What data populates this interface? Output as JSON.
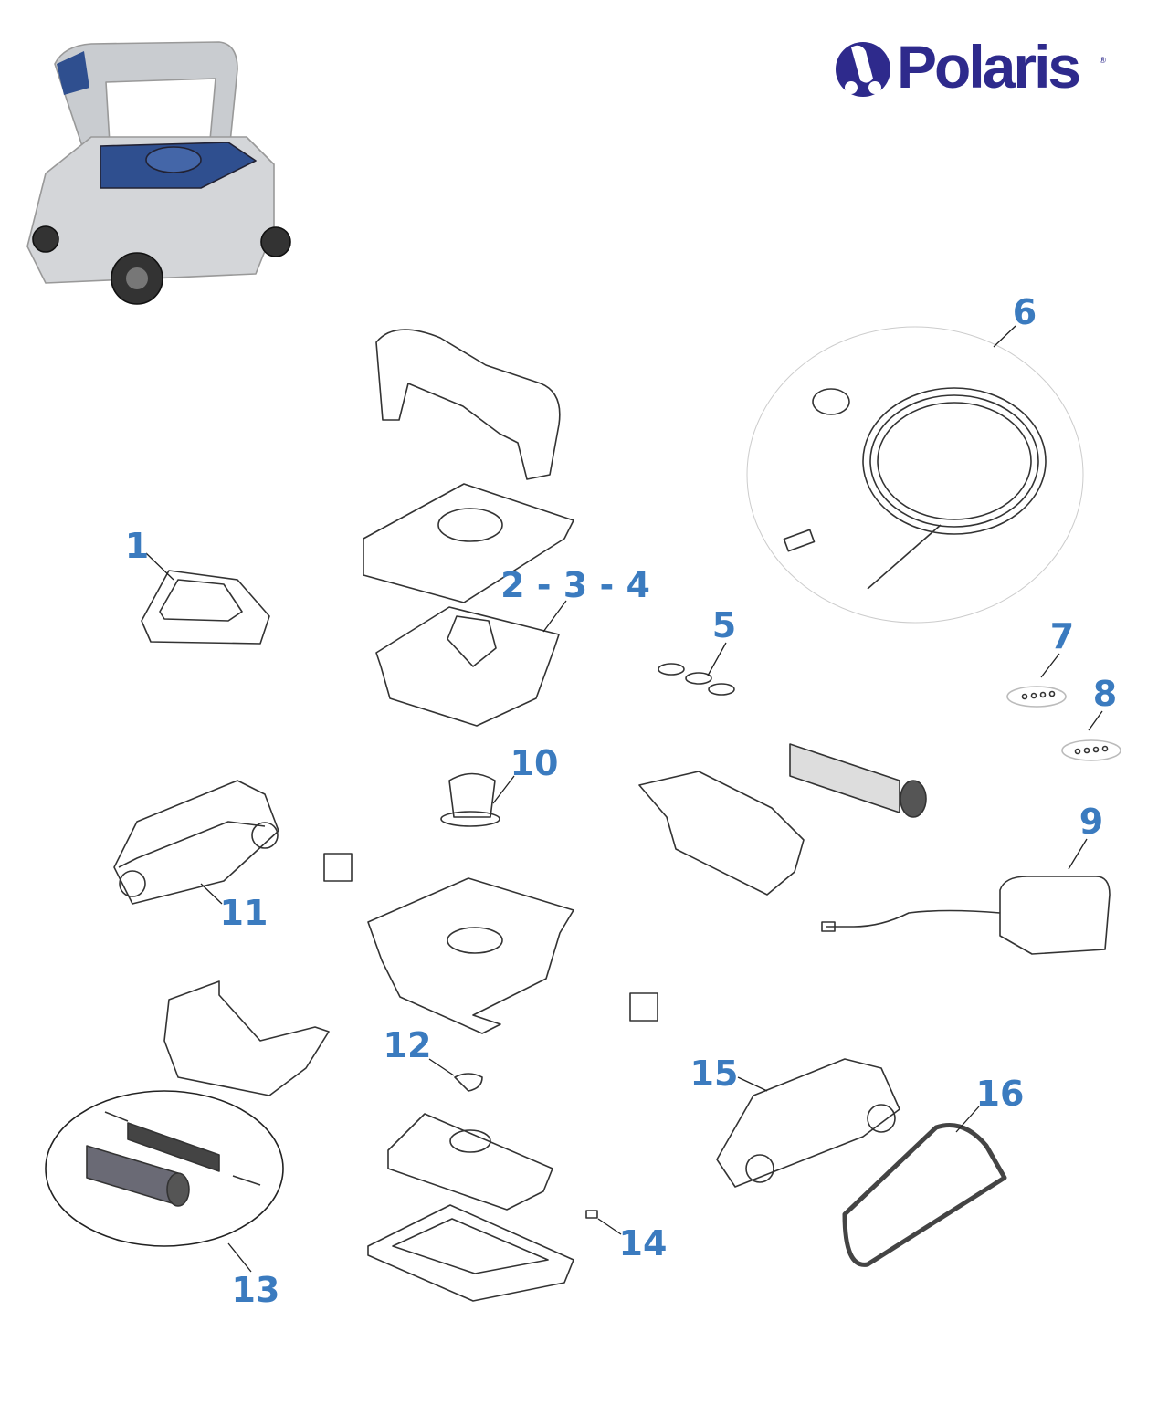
{
  "brand": {
    "name": "Polaris",
    "registered": "®",
    "color": "#2e2a8c"
  },
  "label_color": "#3b7bbf",
  "callouts": [
    {
      "id": "1",
      "text": "1"
    },
    {
      "id": "2-3-4",
      "text": "2 - 3 - 4"
    },
    {
      "id": "5",
      "text": "5"
    },
    {
      "id": "6",
      "text": "6"
    },
    {
      "id": "7",
      "text": "7"
    },
    {
      "id": "8",
      "text": "8"
    },
    {
      "id": "9",
      "text": "9"
    },
    {
      "id": "10",
      "text": "10"
    },
    {
      "id": "11",
      "text": "11"
    },
    {
      "id": "12",
      "text": "12"
    },
    {
      "id": "13",
      "text": "13"
    },
    {
      "id": "14",
      "text": "14"
    },
    {
      "id": "15",
      "text": "15"
    },
    {
      "id": "16",
      "text": "16"
    }
  ]
}
